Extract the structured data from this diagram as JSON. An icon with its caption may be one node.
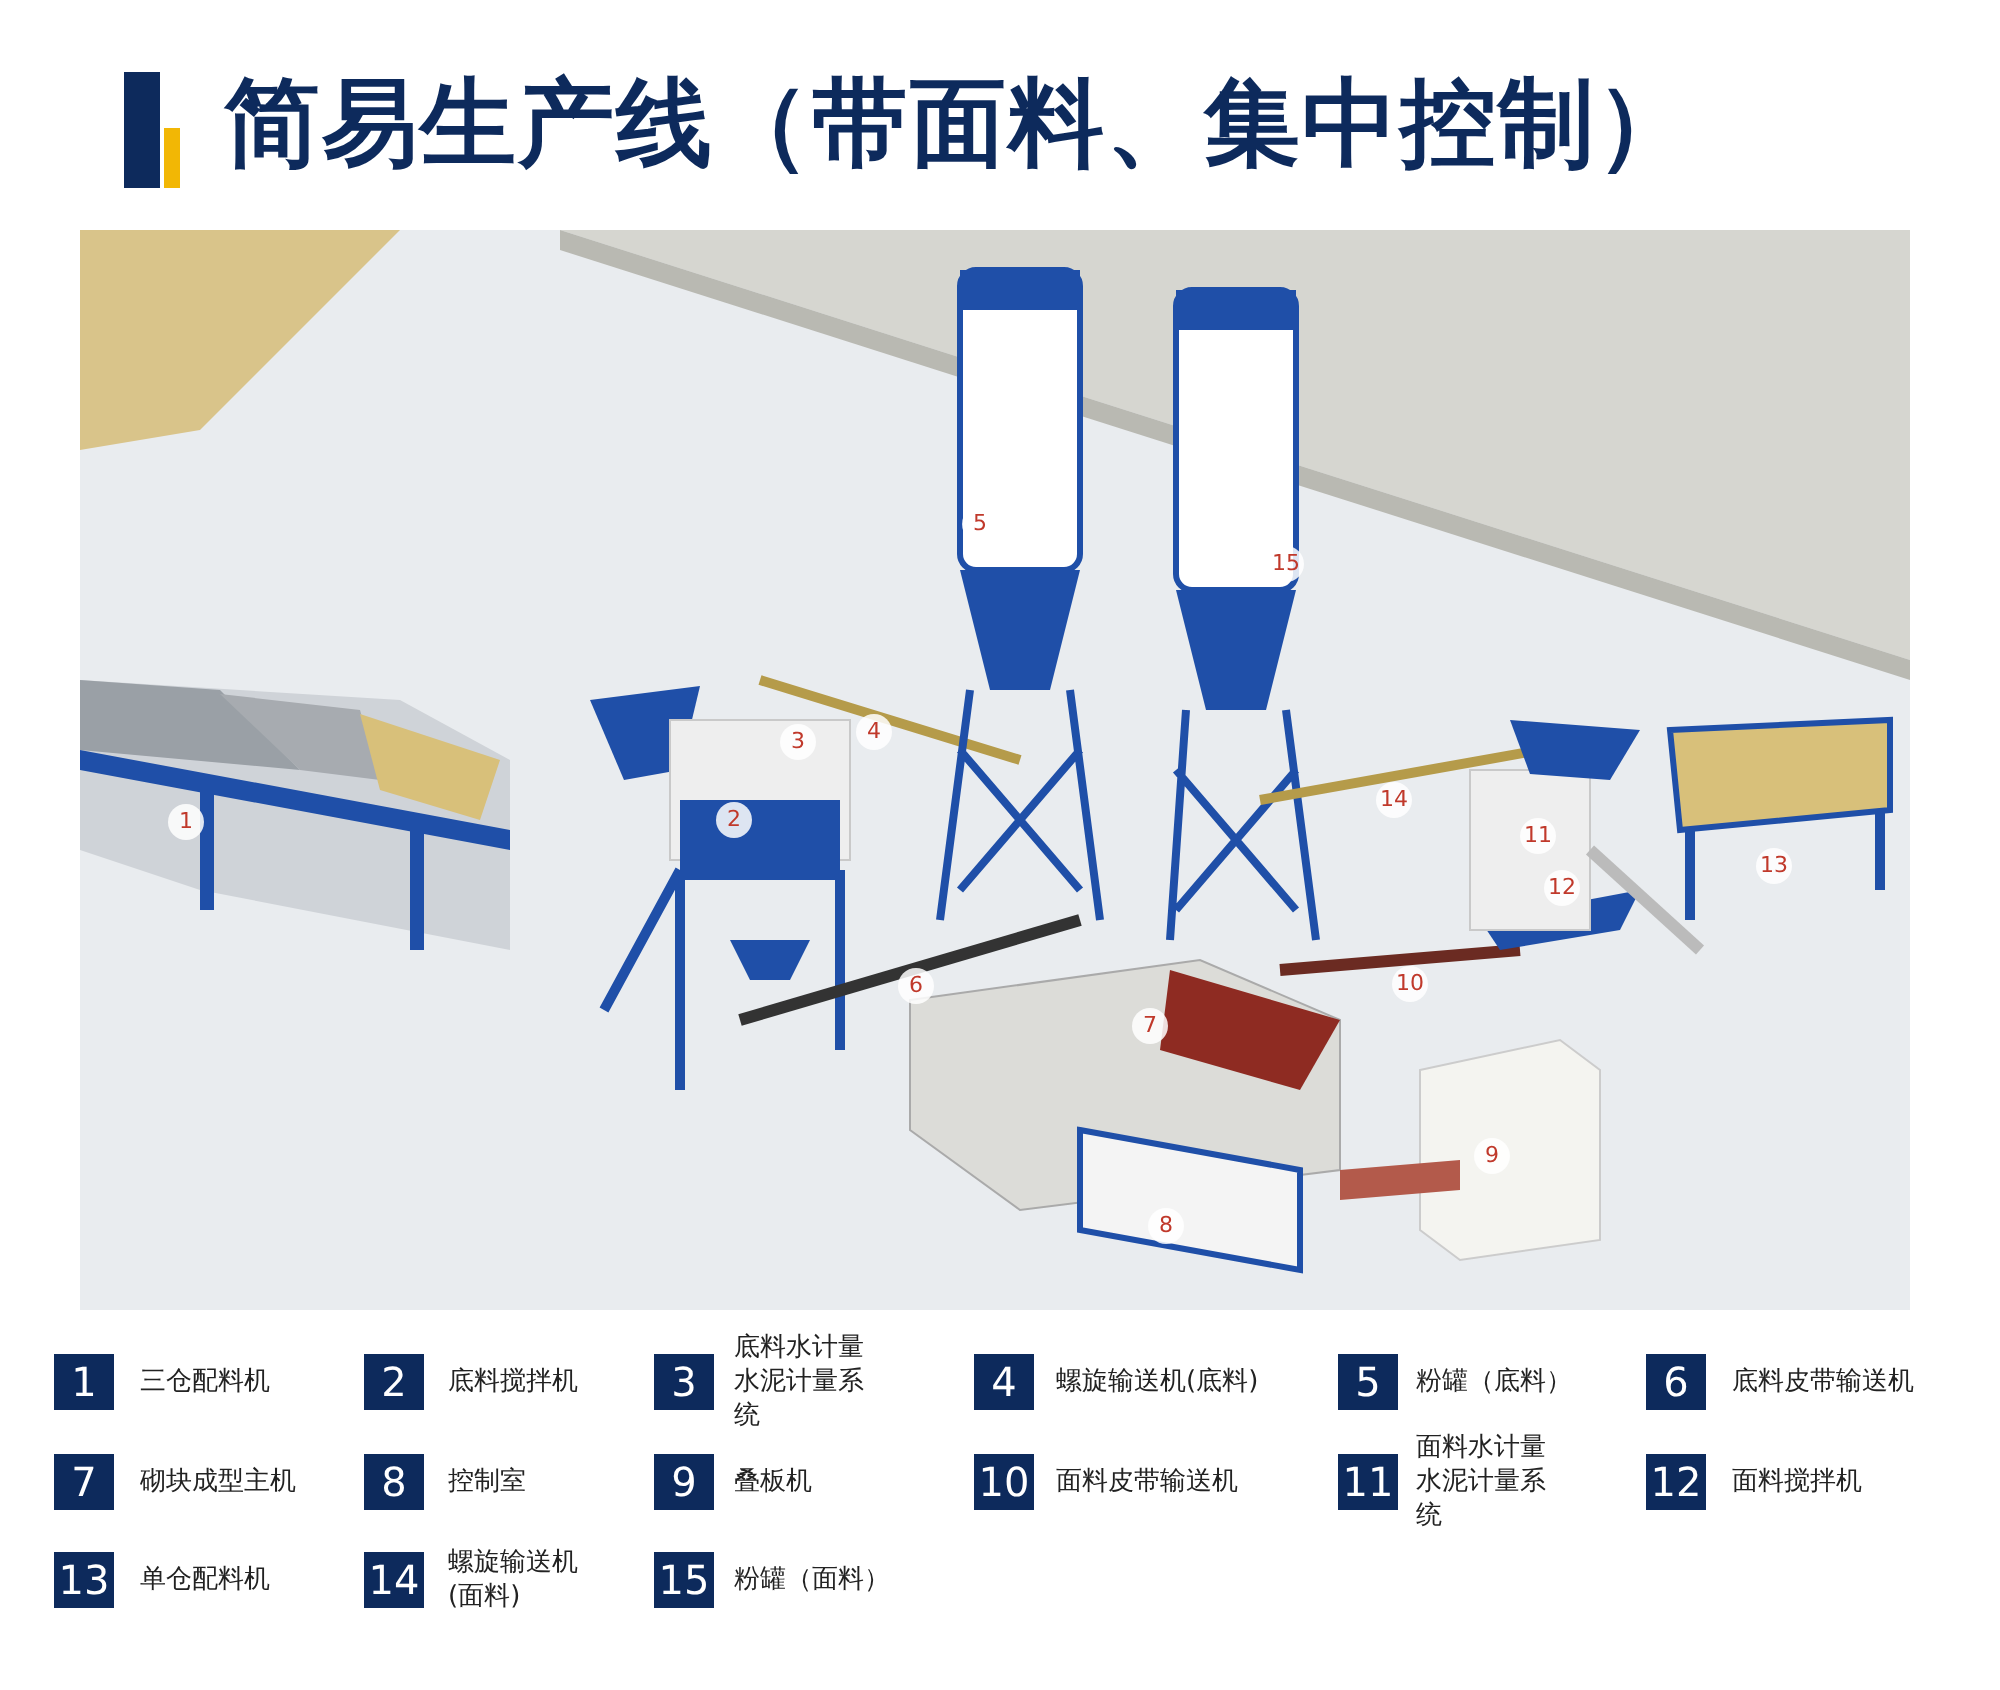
{
  "diagram": {
    "title": "简易生产线（带面料、集中控制）",
    "labels": [
      "5",
      "15",
      "3",
      "4",
      "1",
      "2",
      "14",
      "11",
      "13",
      "12",
      "6",
      "10",
      "7",
      "9",
      "8",
      "1",
      "三仓配料机",
      "2",
      "底料搅拌机",
      "3",
      "底料水计量水泥计量系统",
      "4",
      "螺旋输送机(底料)",
      "5",
      "粉罐（底料）",
      "6",
      "底料皮带输送机",
      "7",
      "砌块成型主机",
      "8",
      "控制室",
      "9",
      "叠板机",
      "10",
      "面料皮带输送机",
      "11",
      "面料水计量水泥计量系统",
      "12",
      "面料搅拌机",
      "13",
      "单仓配料机",
      "14",
      "螺旋输送机(面料)",
      "15",
      "粉罐（面料）"
    ]
  }
}
